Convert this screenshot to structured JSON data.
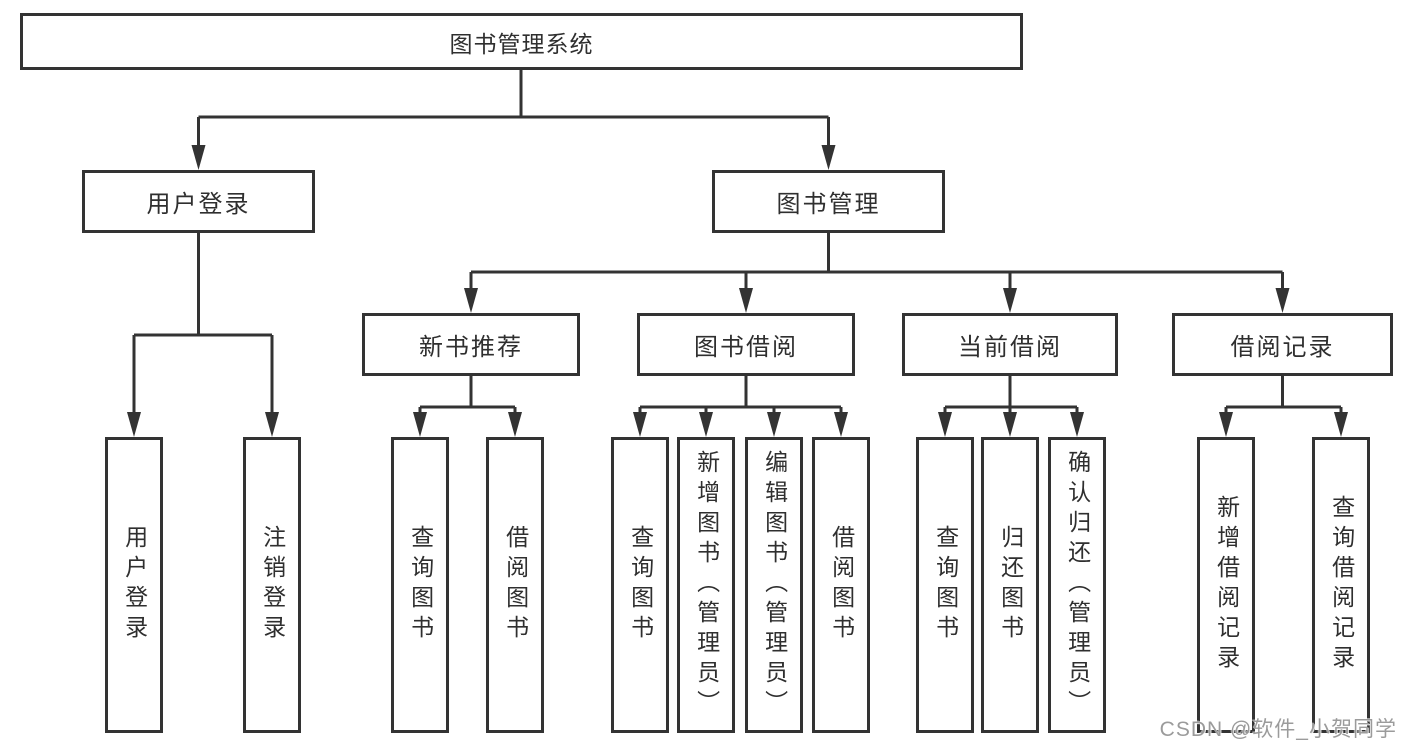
{
  "diagram": {
    "title": "图书管理系统",
    "level1": [
      {
        "label": "用户登录",
        "children": [
          {
            "label": "用户登录"
          },
          {
            "label": "注销登录"
          }
        ]
      },
      {
        "label": "图书管理"
      }
    ],
    "level2": [
      {
        "label": "新书推荐",
        "children": [
          {
            "label": "查询图书"
          },
          {
            "label": "借阅图书"
          }
        ]
      },
      {
        "label": "图书借阅",
        "children": [
          {
            "label": "查询图书"
          },
          {
            "label": "新增图书（管理员）"
          },
          {
            "label": "编辑图书（管理员）"
          },
          {
            "label": "借阅图书"
          }
        ]
      },
      {
        "label": "当前借阅",
        "children": [
          {
            "label": "查询图书"
          },
          {
            "label": "归还图书"
          },
          {
            "label": "确认归还（管理员）"
          }
        ]
      },
      {
        "label": "借阅记录",
        "children": [
          {
            "label": "新增借阅记录"
          },
          {
            "label": "查询借阅记录"
          }
        ]
      }
    ]
  },
  "watermark": "CSDN @软件_小贺同学",
  "colors": {
    "line": "#333333",
    "text": "#2f2f2f",
    "background": "#ffffff",
    "watermark": "#9b9b9b"
  }
}
